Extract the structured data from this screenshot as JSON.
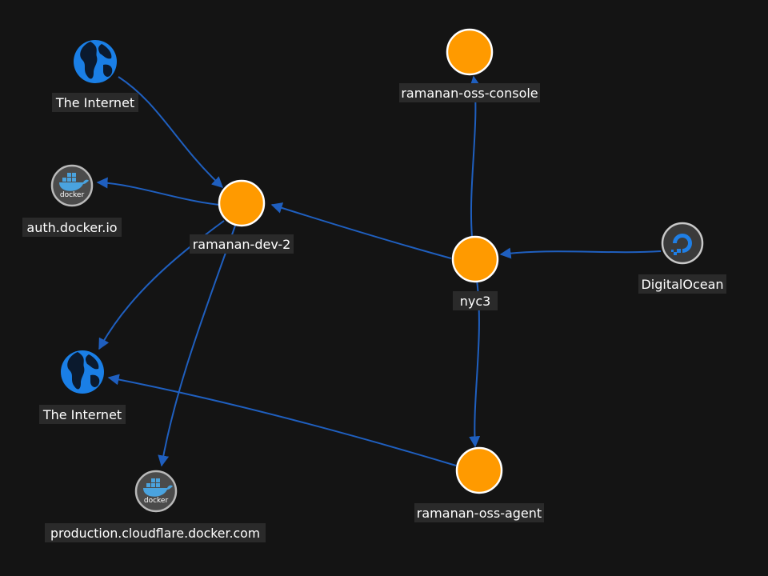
{
  "colors": {
    "background": "#141414",
    "edge": "#1f5fbf",
    "node_fill": "#ff9a00",
    "globe": "#1a7fe6",
    "label_background": "#2a2a2a"
  },
  "nodes": [
    {
      "id": "internet-top",
      "label": "The Internet",
      "icon": "globe-icon"
    },
    {
      "id": "auth-docker",
      "label": "auth.docker.io",
      "icon": "docker-icon"
    },
    {
      "id": "dev2",
      "label": "ramanan-dev-2",
      "icon": "host-circle"
    },
    {
      "id": "console",
      "label": "ramanan-oss-console",
      "icon": "host-circle"
    },
    {
      "id": "nyc3",
      "label": "nyc3",
      "icon": "region-circle"
    },
    {
      "id": "digitalocean",
      "label": "DigitalOcean",
      "icon": "digitalocean-icon"
    },
    {
      "id": "internet-bottom",
      "label": "The Internet",
      "icon": "globe-icon"
    },
    {
      "id": "agent",
      "label": "ramanan-oss-agent",
      "icon": "host-circle"
    },
    {
      "id": "cloudflare-docker",
      "label": "production.cloudflare.docker.com",
      "icon": "docker-icon"
    }
  ],
  "edges": [
    {
      "from": "internet-top",
      "to": "dev2"
    },
    {
      "from": "dev2",
      "to": "auth-docker"
    },
    {
      "from": "nyc3",
      "to": "dev2"
    },
    {
      "from": "nyc3",
      "to": "console"
    },
    {
      "from": "digitalocean",
      "to": "nyc3"
    },
    {
      "from": "dev2",
      "to": "internet-bottom"
    },
    {
      "from": "dev2",
      "to": "cloudflare-docker"
    },
    {
      "from": "nyc3",
      "to": "agent"
    },
    {
      "from": "agent",
      "to": "internet-bottom"
    }
  ],
  "docker_wordmark": "docker"
}
